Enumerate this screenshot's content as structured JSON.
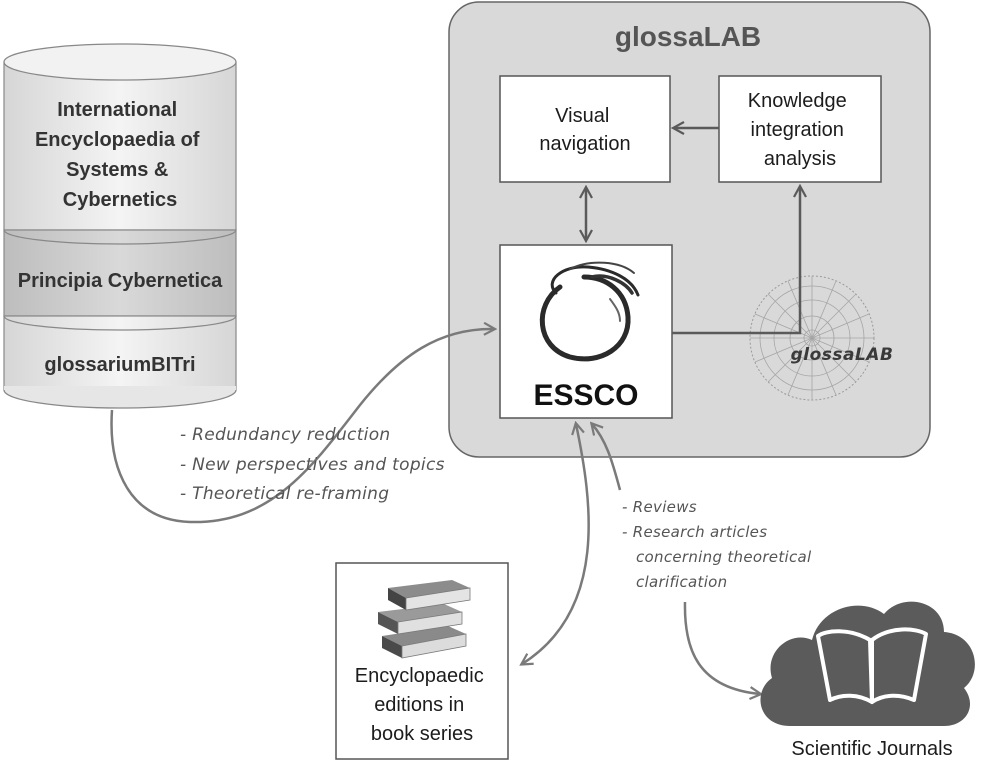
{
  "glossalab": {
    "title": "glossaLAB",
    "visual_navigation": [
      "Visual",
      "navigation"
    ],
    "knowledge_integration": [
      "Knowledge",
      "integration",
      "analysis"
    ],
    "essco_label": "ESSCO",
    "logo_text": "glossaLAB"
  },
  "database": {
    "segments": [
      [
        "International",
        "Encyclopaedia of",
        "Systems &",
        "Cybernetics"
      ],
      [
        "Principia Cybernetica"
      ],
      [
        "glossariumBITri"
      ]
    ]
  },
  "notes_left": [
    "- Redundancy reduction",
    "- New perspectives and topics",
    "- Theoretical re-framing"
  ],
  "notes_right": [
    "- Reviews",
    "- Research articles",
    "concerning theoretical",
    "clarification"
  ],
  "outputs": {
    "books": [
      "Encyclopaedic",
      "editions in",
      "book series"
    ],
    "journals": "Scientific Journals"
  },
  "colors": {
    "panel": "#d9d9d9",
    "panel_stroke": "#666666",
    "box_stroke": "#555555",
    "arrow": "#7a7a7a"
  },
  "icons": [
    "book-stack-icon",
    "cloud-book-icon",
    "essco-ouroboros-icon",
    "glossalab-wheel-icon"
  ]
}
